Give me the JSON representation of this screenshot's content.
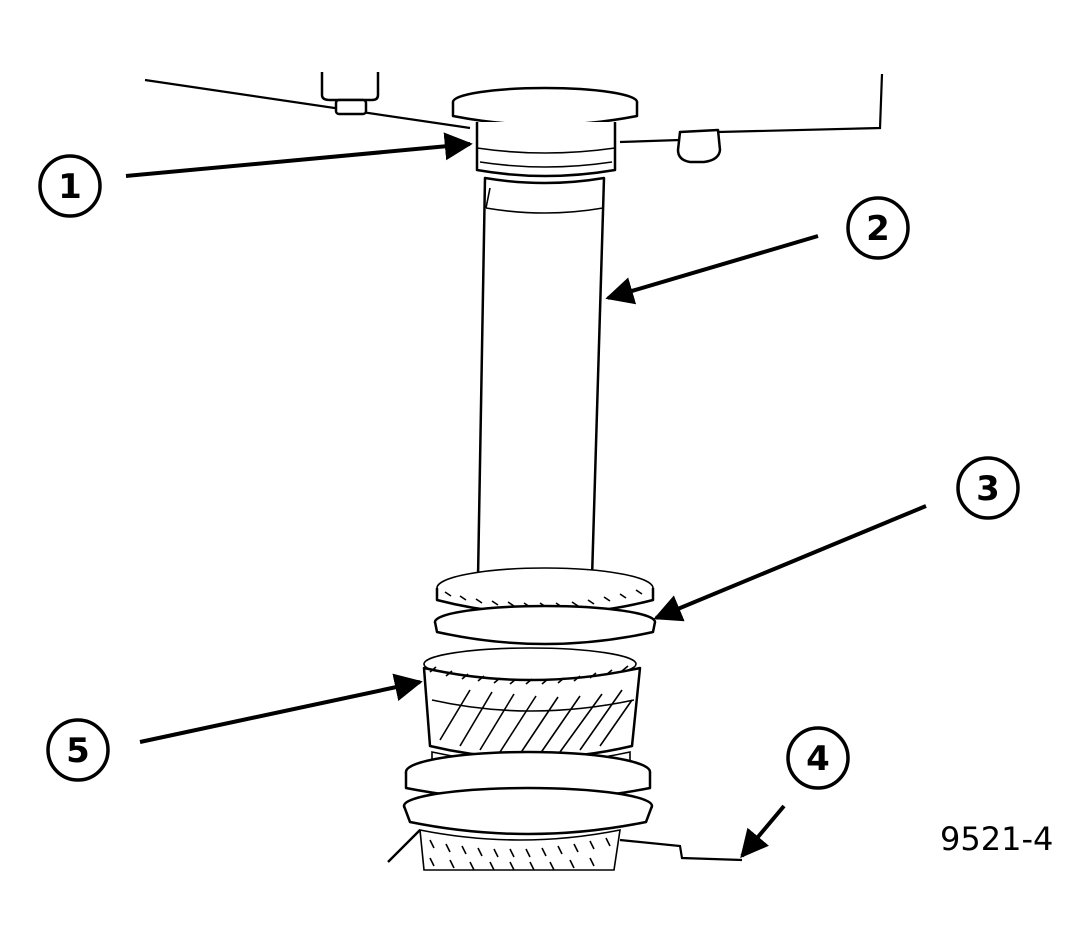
{
  "figure": {
    "reference_code": "9521-4",
    "callouts": [
      {
        "id": "1",
        "label": "1"
      },
      {
        "id": "2",
        "label": "2"
      },
      {
        "id": "3",
        "label": "3"
      },
      {
        "id": "4",
        "label": "4"
      },
      {
        "id": "5",
        "label": "5"
      }
    ]
  },
  "colors": {
    "ink": "#000000",
    "paper": "#ffffff"
  }
}
